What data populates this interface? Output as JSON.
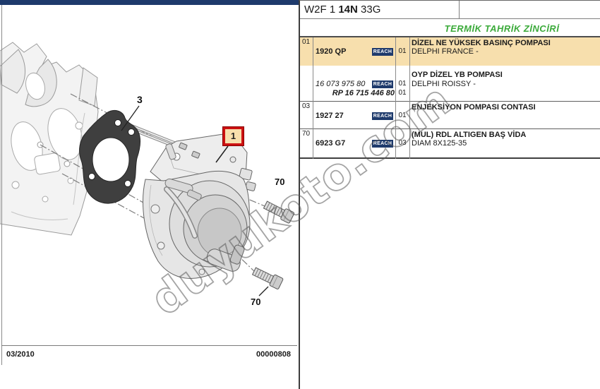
{
  "header": {
    "code_prefix": "W2F 1 ",
    "code_bold": "14N",
    "code_suffix": " 33G",
    "section_title": "TERMİK TAHRİK ZİNCİRİ"
  },
  "parts_table": {
    "badge_label": "REACH",
    "groups": [
      {
        "ref": "01",
        "highlighted": true,
        "desc_line1": "DİZEL NE YÜKSEK BASINÇ POMPASI",
        "part": "1920 QP",
        "qty": "01",
        "desc_line2": "DELPHI FRANCE -"
      },
      {
        "ref": "",
        "highlighted": false,
        "desc_line1": "OYP DİZEL YB POMPASI",
        "part": "16 073 975 80",
        "qty": "01",
        "desc_line2": "DELPHI ROISSY -",
        "alt_part": "RP 16 715 446 80",
        "alt_qty": "01"
      },
      {
        "ref": "03",
        "highlighted": false,
        "desc_line1": "ENJEKSİYON POMPASI CONTASI",
        "part": "1927 27",
        "qty": "01",
        "desc_line2": ""
      },
      {
        "ref": "70",
        "highlighted": false,
        "desc_line1": "(MUL) RDL ALTIGEN BAŞ VİDA",
        "part": "6923 G7",
        "qty": "03",
        "desc_line2": "DIAM 8X125-35"
      }
    ]
  },
  "diagram": {
    "callouts": {
      "item1": "1",
      "item3": "3",
      "item70_top": "70",
      "item70_bottom": "70"
    },
    "footer": {
      "date": "03/2010",
      "doc_number": "00000808"
    }
  },
  "watermark": {
    "text": "duyukoto.com"
  },
  "colors": {
    "highlight_tan": "#F7DFAD",
    "reach_badge_navy": "#1E3A6C",
    "top_bar_navy": "#1E3A6C",
    "section_title_green": "#3BAA3A",
    "callout_red": "#CC1111"
  }
}
